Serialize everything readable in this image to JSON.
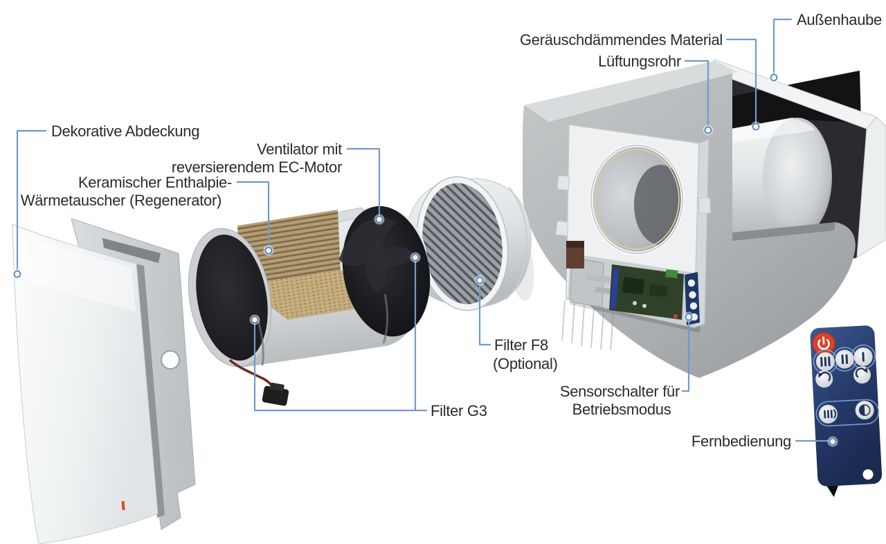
{
  "labels": {
    "geraeuschdaemmendes_material": "Geräuschdämmendes Material",
    "lueftungsrohr": "Lüftungsrohr",
    "aussenhaube": "Außenhaube",
    "dekorative_abdeckung": "Dekorative Abdeckung",
    "ventilator": {
      "line1": "Ventilator mit",
      "line2": "reversierendem EC-Motor"
    },
    "waermetauscher": {
      "line1": "Keramischer Enthalpie-",
      "line2": "Wärmetauscher (Regenerator)"
    },
    "filter_f8": {
      "line1": "Filter F8",
      "line2": "(Optional)"
    },
    "filter_g3": "Filter G3",
    "sensorschalter": {
      "line1": "Sensorschalter für",
      "line2": "Betriebsmodus"
    },
    "fernbedienung": "Fernbedienung"
  },
  "colors": {
    "leader_line": "#6f9ace",
    "label_text": "#2a2a31",
    "ceramic": "#b49d74",
    "concrete": "#b4b8ba",
    "remote_body": "#2a4070",
    "power_button": "#d8432a",
    "pcb_green": "#2f4229",
    "dip_strip": "#1d3766"
  },
  "remote": {
    "buttons": [
      "power",
      "speed-3",
      "speed-2",
      "speed-1",
      "rotate-left",
      "rotate-right",
      "ventilation-mode",
      "night-mode"
    ]
  }
}
